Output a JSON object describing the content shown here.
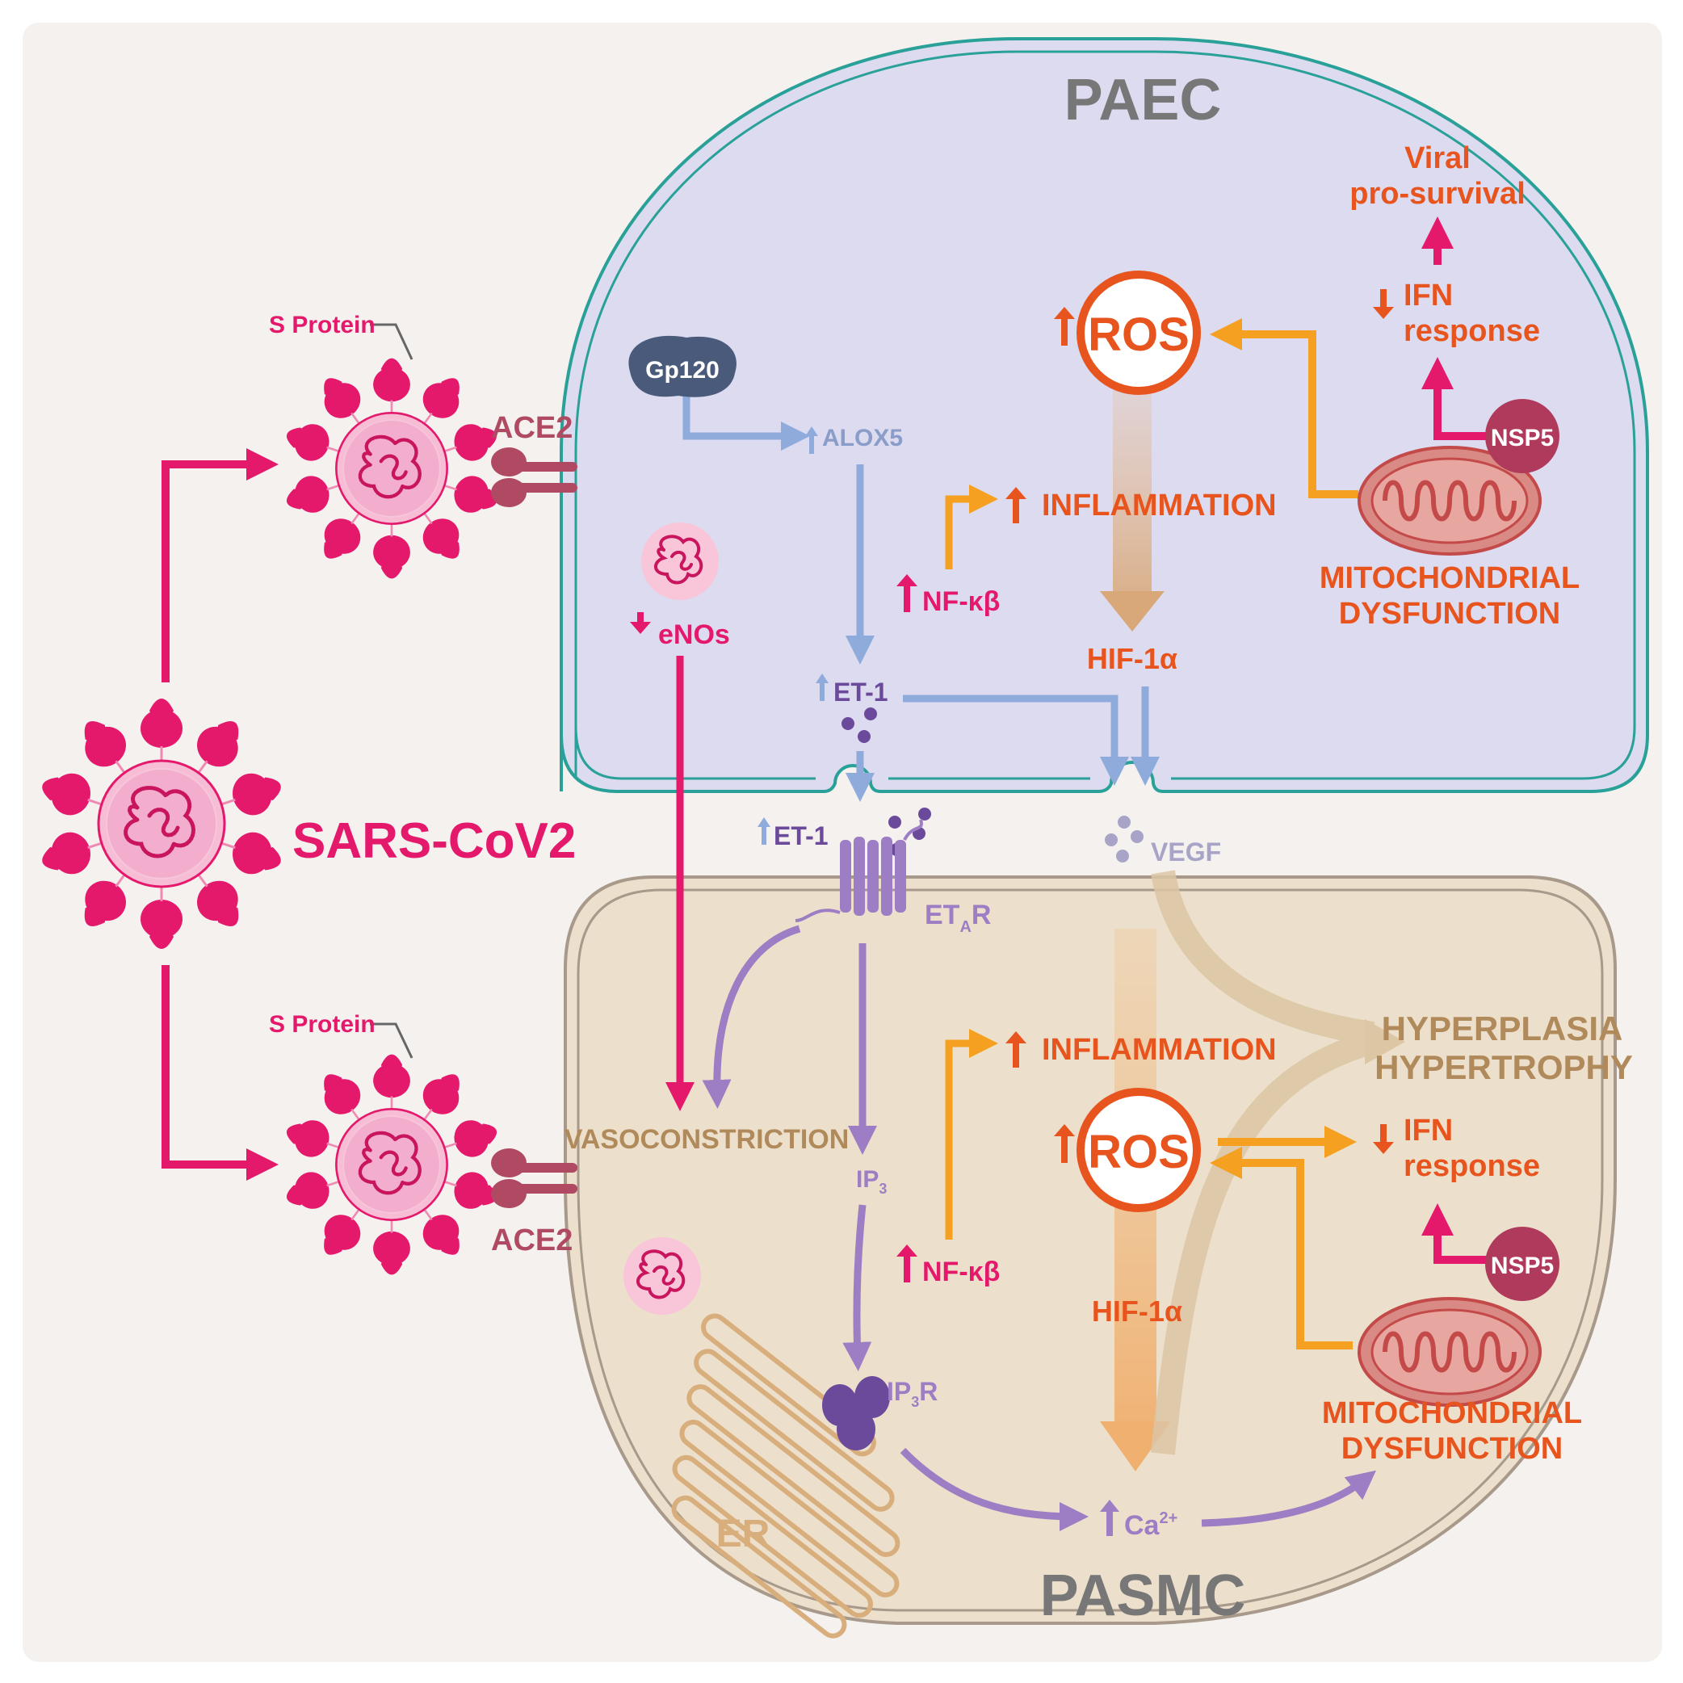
{
  "colors": {
    "background": "#f4f1ee",
    "paec_fill": "#dcdbf0",
    "paec_border": "#2aa198",
    "pasmc_fill": "#ece0cc",
    "pasmc_border": "#a8998a",
    "virus": "#e5196c",
    "virus_core": "#f7bdd5",
    "ros_orange": "#e8541e",
    "pathway_orange": "#f5a020",
    "blue_arrow": "#8fabdc",
    "purple": "#9d7ec4",
    "dark_purple": "#6b4a9b",
    "ace2": "#b04a62",
    "nsp5": "#b03a5b",
    "mito": "#c44a4a",
    "gp120": "#4a5a7a",
    "title_gray": "#777777",
    "tan_text": "#b08a5a"
  },
  "labels": {
    "paec_title": "PAEC",
    "pasmc_title": "PASMC",
    "sars_cov2": "SARS-CoV2",
    "s_protein_top": "S Protein",
    "s_protein_bottom": "S Protein",
    "ace2_top": "ACE2",
    "ace2_bottom": "ACE2",
    "gp120": "Gp120",
    "alox5": "ALOX5",
    "enos": "eNOs",
    "et1_paec": "ET-1",
    "et1_cleft": "ET-1",
    "vegf": "VEGF",
    "eta_r": "ET",
    "eta_r_sub": "A",
    "eta_r_suffix": "R",
    "nfkb_top": "NF-κβ",
    "nfkb_bottom": "NF-κβ",
    "inflammation_top": "INFLAMMATION",
    "inflammation_bottom": "INFLAMMATION",
    "ros_top": "ROS",
    "ros_bottom": "ROS",
    "hif_top": "HIF-1α",
    "hif_bottom": "HIF-1α",
    "viral_line1": "Viral",
    "viral_line2": "pro-survival",
    "ifn_top_line1": "IFN",
    "ifn_top_line2": "response",
    "ifn_bottom_line1": "IFN",
    "ifn_bottom_line2": "response",
    "nsp5_top": "NSP5",
    "nsp5_bottom": "NSP5",
    "mito_top_line1": "MITOCHONDRIAL",
    "mito_top_line2": "DYSFUNCTION",
    "mito_bottom_line1": "MITOCHONDRIAL",
    "mito_bottom_line2": "DYSFUNCTION",
    "vasoconstriction": "VASOCONSTRICTION",
    "ip3": "IP",
    "ip3_sub": "3",
    "ip3r": "IP",
    "ip3r_sub": "3",
    "ip3r_suffix": "R",
    "ca": "Ca",
    "ca_sup": "2+",
    "er": "ER",
    "hyperplasia": "HYPERPLASIA",
    "hypertrophy": "HYPERTROPHY"
  }
}
